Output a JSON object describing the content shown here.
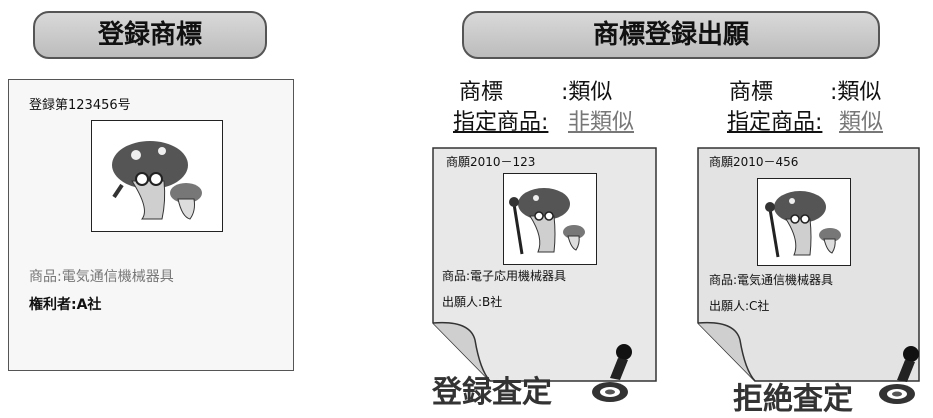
{
  "left": {
    "header": "登録商標",
    "reg_number": "登録第123456号",
    "goods": "商品:電気通信機械器具",
    "owner": "権利者:A社"
  },
  "right": {
    "header": "商標登録出願",
    "case_b": {
      "mark_label": "商標",
      "mark_value": ":類似",
      "goods_label": "指定商品:",
      "goods_value": "非類似",
      "app_number": "商願2010－123",
      "goods": "商品:電子応用機械器具",
      "applicant": "出願人:B社",
      "result": "登録査定"
    },
    "case_c": {
      "mark_label": "商標",
      "mark_value": ":類似",
      "goods_label": "指定商品:",
      "goods_value": "類似",
      "app_number": "商願2010－456",
      "goods": "商品:電気通信機械器具",
      "applicant": "出願人:C社",
      "result": "拒絶査定"
    }
  }
}
